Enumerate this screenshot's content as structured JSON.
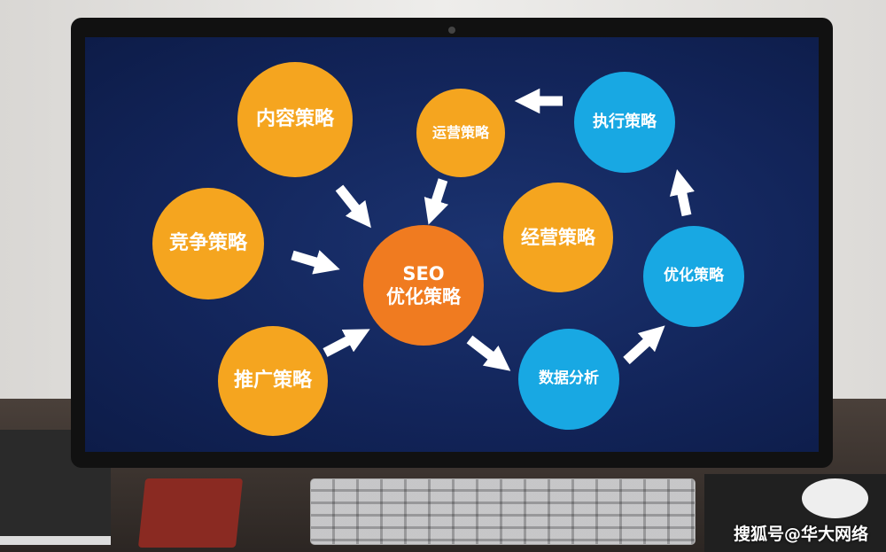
{
  "diagram": {
    "center": {
      "line1": "SEO",
      "line2": "优化策略"
    },
    "nodes": [
      "内容策略",
      "运营策略",
      "执行策略",
      "竞争策略",
      "经营策略",
      "优化策略",
      "推广策略",
      "数据分析"
    ]
  },
  "watermark": "搜狐号@华大网络",
  "colors": {
    "orange": "#f5a51f",
    "blue": "#18a8e3",
    "center": "#f07b20",
    "screen": "#122459"
  }
}
